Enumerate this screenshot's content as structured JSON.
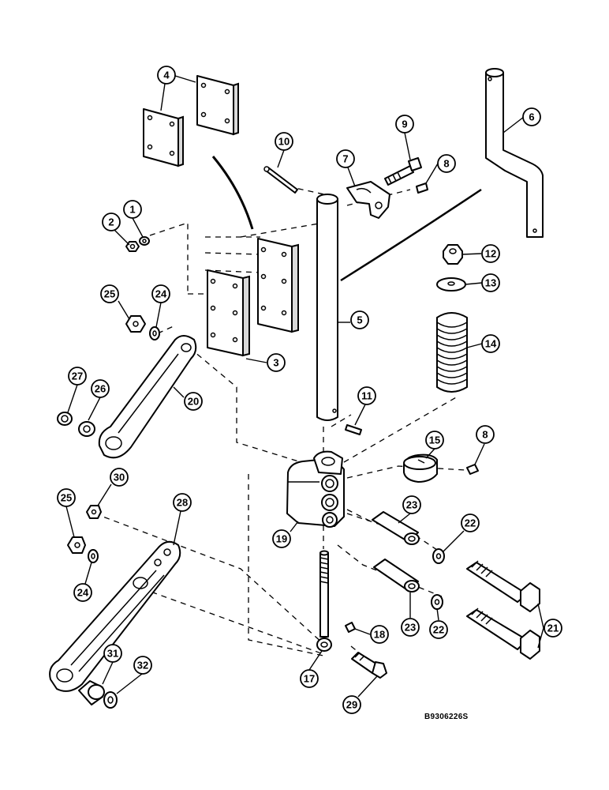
{
  "drawing_code": "B9306226S",
  "callouts": [
    {
      "id": "c1",
      "label": "1"
    },
    {
      "id": "c2",
      "label": "2"
    },
    {
      "id": "c3",
      "label": "3"
    },
    {
      "id": "c4",
      "label": "4"
    },
    {
      "id": "c5",
      "label": "5"
    },
    {
      "id": "c6",
      "label": "6"
    },
    {
      "id": "c7",
      "label": "7"
    },
    {
      "id": "c8a",
      "label": "8"
    },
    {
      "id": "c8b",
      "label": "8"
    },
    {
      "id": "c9",
      "label": "9"
    },
    {
      "id": "c10",
      "label": "10"
    },
    {
      "id": "c11",
      "label": "11"
    },
    {
      "id": "c12",
      "label": "12"
    },
    {
      "id": "c13",
      "label": "13"
    },
    {
      "id": "c14",
      "label": "14"
    },
    {
      "id": "c15",
      "label": "15"
    },
    {
      "id": "c17",
      "label": "17"
    },
    {
      "id": "c18",
      "label": "18"
    },
    {
      "id": "c19",
      "label": "19"
    },
    {
      "id": "c20",
      "label": "20"
    },
    {
      "id": "c21",
      "label": "21"
    },
    {
      "id": "c22a",
      "label": "22"
    },
    {
      "id": "c22b",
      "label": "22"
    },
    {
      "id": "c23a",
      "label": "23"
    },
    {
      "id": "c23b",
      "label": "23"
    },
    {
      "id": "c24a",
      "label": "24"
    },
    {
      "id": "c24b",
      "label": "24"
    },
    {
      "id": "c25a",
      "label": "25"
    },
    {
      "id": "c25b",
      "label": "25"
    },
    {
      "id": "c26",
      "label": "26"
    },
    {
      "id": "c27",
      "label": "27"
    },
    {
      "id": "c28",
      "label": "28"
    },
    {
      "id": "c29",
      "label": "29"
    },
    {
      "id": "c30",
      "label": "30"
    },
    {
      "id": "c31",
      "label": "31"
    },
    {
      "id": "c32",
      "label": "32"
    }
  ]
}
